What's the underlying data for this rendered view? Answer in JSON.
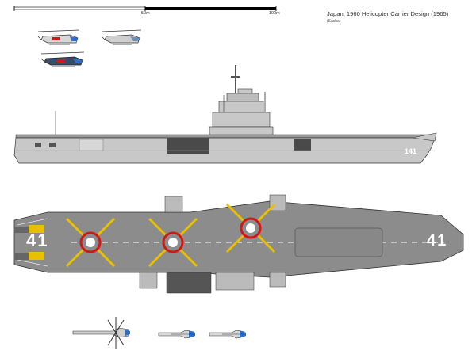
{
  "header": {
    "title": "Japan, 1960 Helicopter Carrier Design (1965)",
    "credit": "(Sasha)"
  },
  "scale_bar": {
    "mid_label": "50m",
    "end_label": "100m"
  },
  "ship": {
    "hull_number": "141",
    "deck_number_left": "41",
    "deck_number_right": "41"
  },
  "colors": {
    "hull": "#c8c8c8",
    "deck": "#8c8c8c",
    "deck_line": "#e8e8e8",
    "marking_yellow": "#e8c000",
    "marking_red": "#d01818",
    "heli_blue": "#2c6fd0",
    "outline": "#303030"
  },
  "icons": {
    "helicopter_side": "helicopter-side-icon",
    "helicopter_top": "helicopter-top-icon"
  }
}
